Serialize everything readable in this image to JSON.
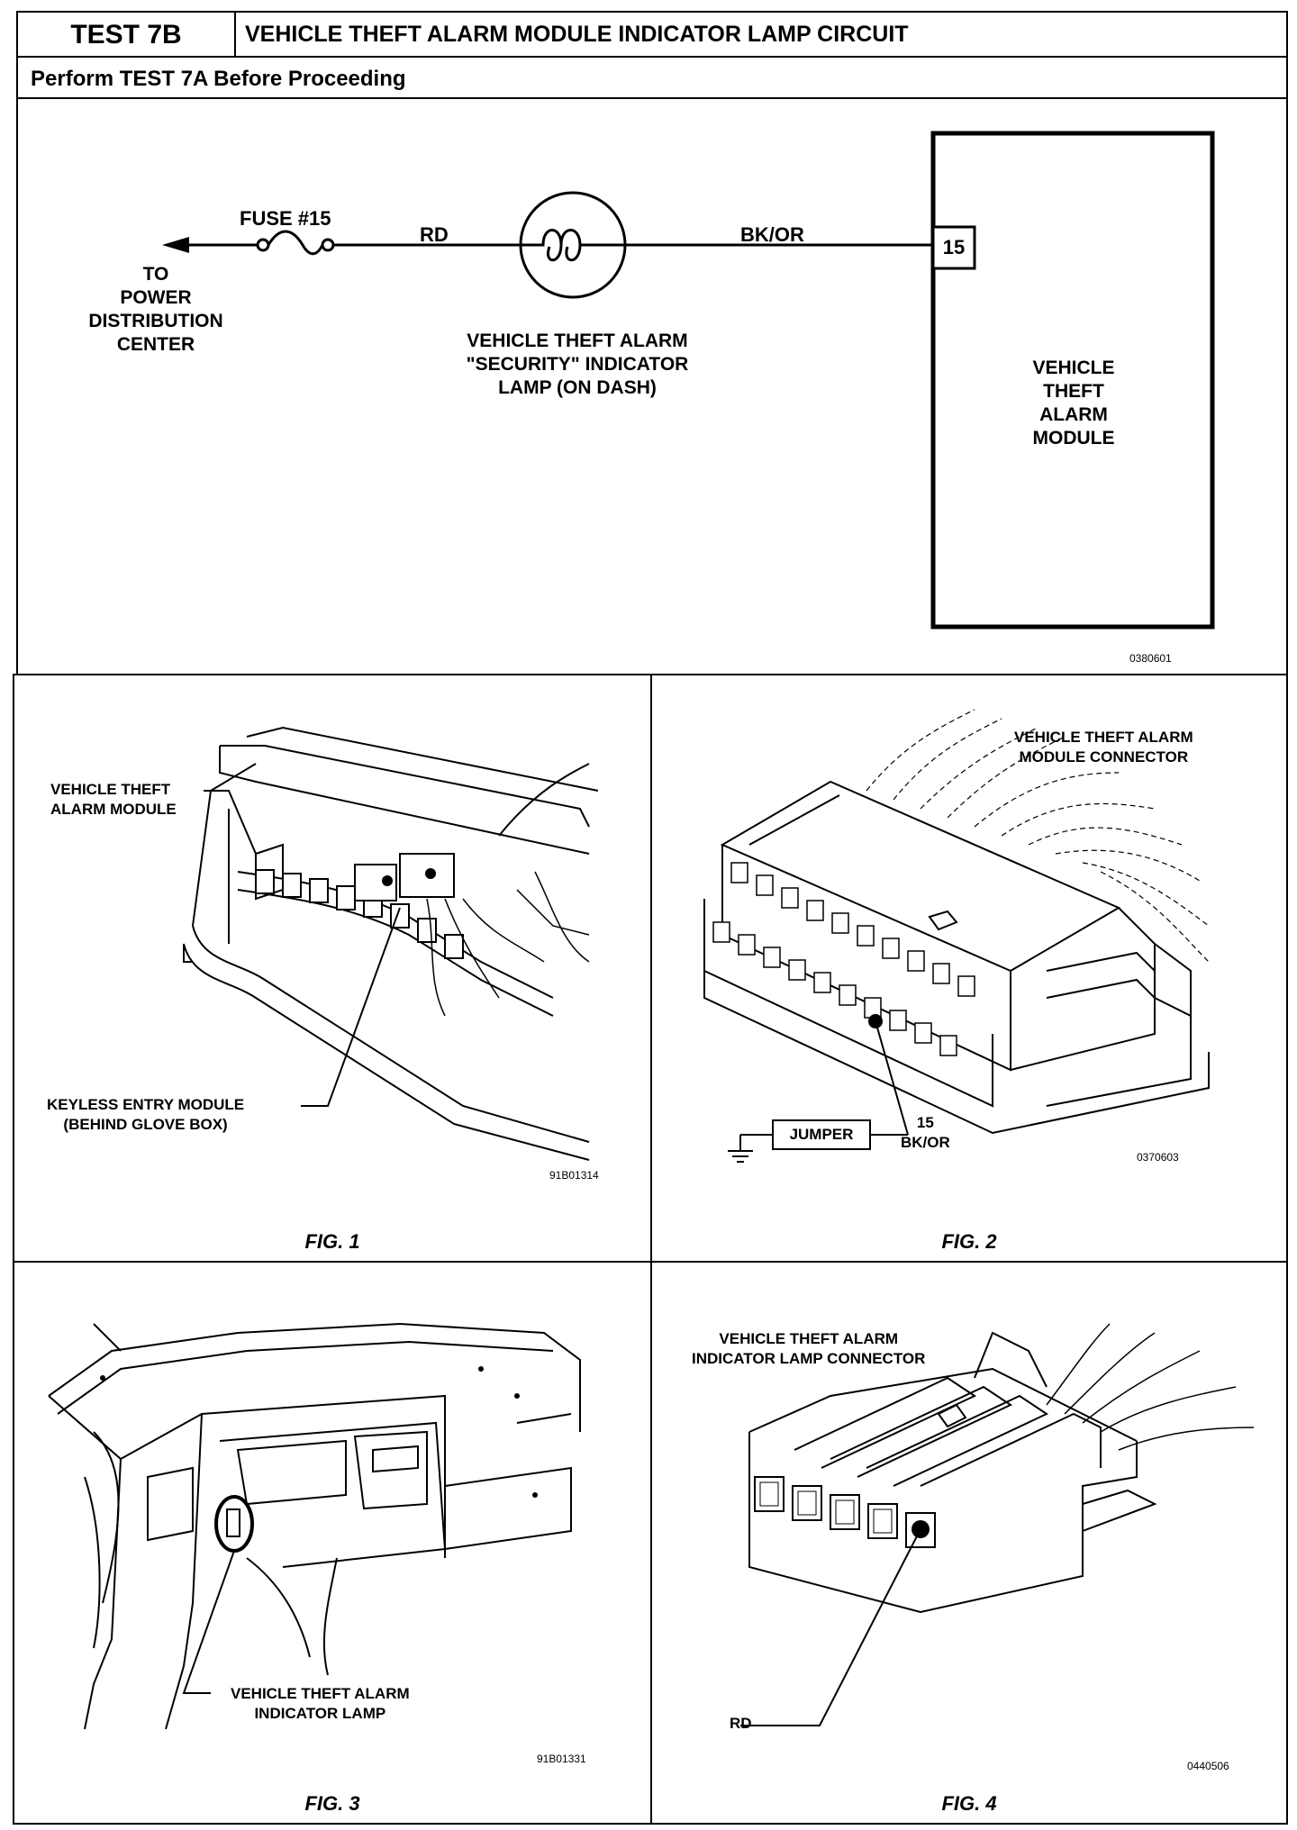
{
  "header": {
    "test_id": "TEST 7B",
    "title": "VEHICLE THEFT ALARM MODULE INDICATOR LAMP CIRCUIT",
    "prerequisite": "Perform TEST 7A Before Proceeding"
  },
  "schematic": {
    "fuse_label": "FUSE #15",
    "to_label_1": "TO",
    "to_label_2": "POWER",
    "to_label_3": "DISTRIBUTION",
    "to_label_4": "CENTER",
    "wire_rd": "RD",
    "wire_bkor": "BK/OR",
    "lamp_label_1": "VEHICLE THEFT ALARM",
    "lamp_label_2": "\"SECURITY\" INDICATOR",
    "lamp_label_3": "LAMP (ON DASH)",
    "module_label_1": "VEHICLE",
    "module_label_2": "THEFT",
    "module_label_3": "ALARM",
    "module_label_4": "MODULE",
    "pin": "15",
    "code": "0380601"
  },
  "fig1": {
    "caption": "FIG. 1",
    "callout_1a": "VEHICLE THEFT",
    "callout_1b": "ALARM MODULE",
    "callout_2a": "KEYLESS ENTRY MODULE",
    "callout_2b": "(BEHIND GLOVE BOX)",
    "code": "91B01314"
  },
  "fig2": {
    "caption": "FIG. 2",
    "title_1": "VEHICLE THEFT ALARM",
    "title_2": "MODULE CONNECTOR",
    "jumper": "JUMPER",
    "pin": "15",
    "wire": "BK/OR",
    "code": "0370603"
  },
  "fig3": {
    "caption": "FIG. 3",
    "callout_1": "VEHICLE THEFT ALARM",
    "callout_2": "INDICATOR LAMP",
    "code": "91B01331"
  },
  "fig4": {
    "caption": "FIG. 4",
    "title_1": "VEHICLE THEFT ALARM",
    "title_2": "INDICATOR LAMP CONNECTOR",
    "wire": "RD",
    "code": "0440506"
  }
}
